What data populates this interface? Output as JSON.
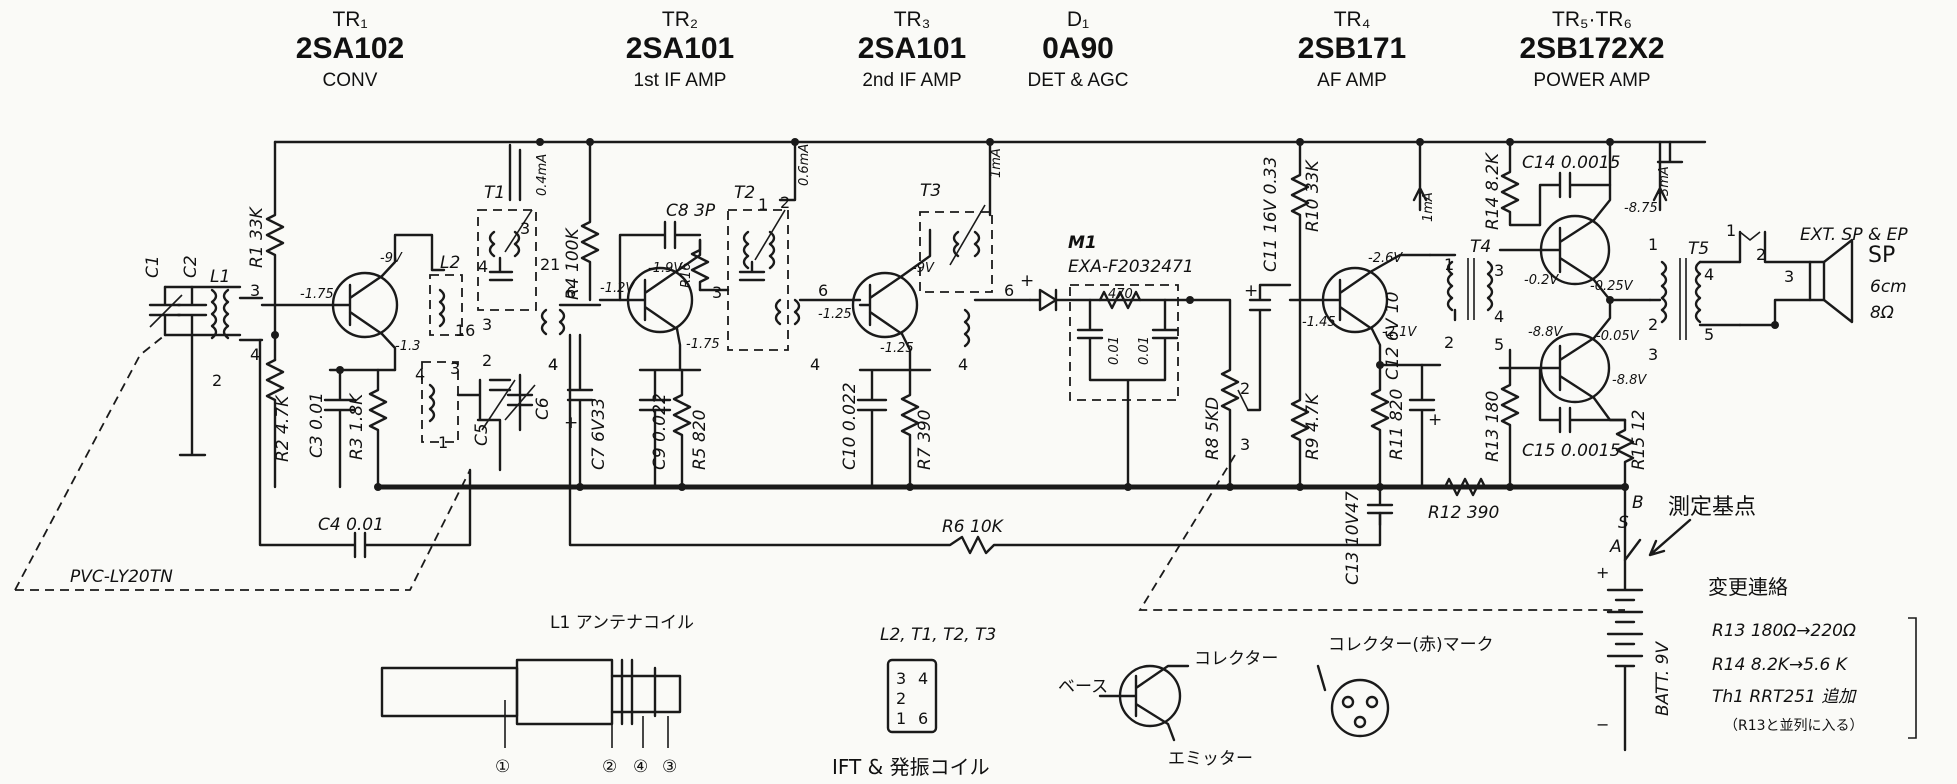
{
  "stages": [
    {
      "ref": "TR₁",
      "part": "2SA102",
      "func": "CONV"
    },
    {
      "ref": "TR₂",
      "part": "2SA101",
      "func": "1st IF AMP"
    },
    {
      "ref": "TR₃",
      "part": "2SA101",
      "func": "2nd IF AMP"
    },
    {
      "ref": "D₁",
      "part": "0A90",
      "func": "DET & AGC"
    },
    {
      "ref": "TR₄",
      "part": "2SB171",
      "func": "AF AMP"
    },
    {
      "ref": "TR₅·TR₆",
      "part": "2SB172X2",
      "func": "POWER AMP"
    }
  ],
  "components": {
    "c1": "C1",
    "c2": "C2",
    "l1": "L1",
    "r1": "R1 33K",
    "r2": "R2 4.7K",
    "c3": "C3 0.01",
    "r3": "R3 1.8K",
    "c4": "C4 0.01",
    "c5": "C5",
    "c6": "C6",
    "l2": "L2",
    "t1": "T1",
    "r4": "R4 100K",
    "c8": "C8 3P",
    "t2": "T2",
    "r5": "R5 820",
    "r16": "R16",
    "c7": "C7 6V33",
    "c9": "C9 0.022",
    "t3": "T3",
    "c10": "C10 0.022",
    "r7": "R7 390",
    "r6": "R6 10K",
    "m1": "M1",
    "m1_part": "EXA-F2032471",
    "m1_r": "470",
    "m1_c": "0.01",
    "r8": "R8 5KD",
    "c11": "C11 16V 0.33",
    "r10": "R10 33K",
    "r9": "R9 4.7K",
    "r11": "R11 820",
    "c12": "C12 6V 10",
    "c13": "C13 10V47",
    "r12": "R12 390",
    "t4": "T4",
    "r14": "R14 8.2K",
    "c14": "C14 0.0015",
    "r13": "R13 180",
    "c15": "C15 0.0015",
    "r15": "R15 12",
    "t5": "T5",
    "ext": "EXT. SP & EP",
    "sp1": "SP",
    "sp2": "6cm",
    "sp3": "8Ω",
    "batt": "BATT. 9V",
    "pvc": "PVC-LY20TN"
  },
  "currents": {
    "tr1": "0.4mA",
    "tr2": "0.6mA",
    "tr3": "1mA",
    "tr4": "1mA",
    "tr56": "3mA"
  },
  "voltages": {
    "tr1_b": "-1.75",
    "tr1_c": "-9V",
    "tr1_e": "-1.3",
    "tr2_b": "-1.2V",
    "tr2_c": "-1.9V",
    "tr2_e": "-1.75",
    "tr3_b": "-1.25",
    "tr3_c": "-9V",
    "tr3_e": "-1.25",
    "tr4_b": "-2.6V",
    "tr4_c": "-1.45",
    "tr4_e": "-2.1V",
    "tr5_c": "-8.75",
    "tr5_b": "-0.2V",
    "tr5_e": "-0.25V",
    "tr6_b": "-8.8V",
    "tr6_e": "-0.05V",
    "tr6_c": "-8.8V"
  },
  "measure_point": "測定基点",
  "change_notice": {
    "title": "変更連絡",
    "lines": [
      "R13 180Ω→220Ω",
      "R14 8.2K→5.6 K",
      "Th1 RRT251 追加",
      "（R13と並列に入る）"
    ]
  },
  "antenna": {
    "title": "L1 アンテナコイル",
    "marks": [
      "①",
      "②",
      "④",
      "③"
    ]
  },
  "ift": {
    "title": "L2, T1, T2, T3",
    "caption": "IFT & 発振コイル",
    "pins": [
      "3",
      "4",
      "2",
      "1",
      "6"
    ]
  },
  "transistor_legend": {
    "base": "ベース",
    "collector": "コレクター",
    "emitter": "エミッター"
  },
  "collector_mark": "コレクター(赤)マーク",
  "terminal_marks": {
    "a": "A",
    "b": "B",
    "s": "S"
  }
}
